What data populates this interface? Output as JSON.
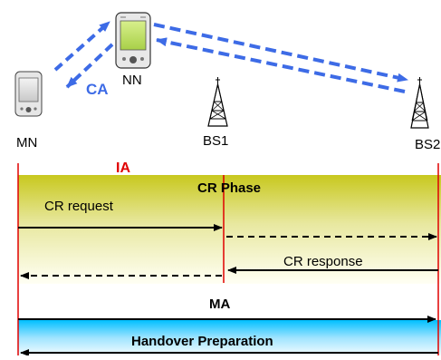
{
  "nodes": {
    "mn": "MN",
    "nn": "NN",
    "bs1": "BS1",
    "bs2": "BS2"
  },
  "labels": {
    "ca": "CA",
    "ia": "IA",
    "cr_phase": "CR Phase",
    "cr_request": "CR request",
    "cr_response": "CR response",
    "ma": "MA",
    "handover_preparation": "Handover Preparation"
  },
  "colors": {
    "ca_arrows": "#3D6BE6",
    "ia_line": "#FF0000",
    "cr_band_top": "#C8C81E",
    "cr_band_bottom": "#FFFFF2",
    "ho_band_top": "#00BFFF",
    "ho_band_bottom": "#F2FCFF"
  }
}
